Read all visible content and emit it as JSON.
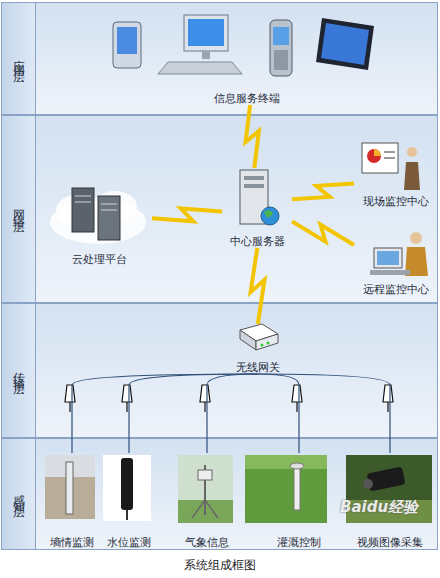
{
  "diagram": {
    "caption": "系统组成框图",
    "nodes": [
      {
        "text": [
          "应用层"
        ]
      },
      {
        "text": [
          "信息服务终端"
        ],
        "in": 0
      },
      {
        "text": [
          "网络层"
        ]
      },
      {
        "text": [
          "云处理平台"
        ],
        "in": 2
      },
      {
        "text": [
          "中心服务器"
        ],
        "in": 2
      },
      {
        "text": [
          "现场监控中心"
        ],
        "in": 2
      },
      {
        "text": [
          "远程监控中心"
        ],
        "in": 2
      },
      {
        "text": [
          "传输层"
        ]
      },
      {
        "text": [
          "无线网关"
        ],
        "in": 7
      },
      {
        "text": [
          "感知层"
        ]
      },
      {
        "text": [
          "墒情监测"
        ],
        "in": 9
      },
      {
        "text": [
          "水位监测"
        ],
        "in": 9
      },
      {
        "text": [
          "气象信息"
        ],
        "in": 9
      },
      {
        "text": [
          "灌溉控制"
        ],
        "in": 9
      },
      {
        "text": [
          "视频图像采集"
        ],
        "in": 9
      }
    ],
    "edges": [
      {
        "from": 4,
        "to": 1,
        "arrow": "none"
      },
      {
        "from": 4,
        "to": 3,
        "arrow": "none"
      },
      {
        "from": 4,
        "to": 5,
        "arrow": "none"
      },
      {
        "from": 4,
        "to": 6,
        "arrow": "none"
      },
      {
        "from": 4,
        "to": 8,
        "arrow": "none"
      },
      {
        "from": 8,
        "to": 10,
        "arrow": "none"
      },
      {
        "from": 8,
        "to": 11,
        "arrow": "none"
      },
      {
        "from": 8,
        "to": 12,
        "arrow": "none"
      },
      {
        "from": 8,
        "to": 13,
        "arrow": "none"
      },
      {
        "from": 8,
        "to": 14,
        "arrow": "none"
      }
    ],
    "labels": [
      "Baidu经验"
    ]
  }
}
